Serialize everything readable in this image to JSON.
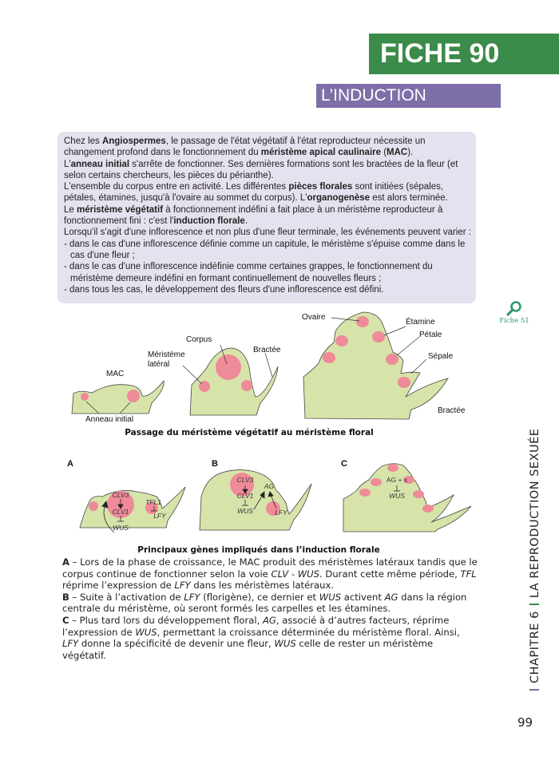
{
  "header": {
    "fiche": "FICHE 90",
    "title": "L’INDUCTION FLORALE"
  },
  "intro": [
    [
      {
        "t": "Chez les "
      },
      {
        "t": "Angiospermes",
        "b": true
      },
      {
        "t": ", le passage de l'état végétatif à l'état reproducteur nécessite un changement profond dans le fonctionnement du "
      },
      {
        "t": "méristème apical caulinaire",
        "b": true
      },
      {
        "t": " ("
      },
      {
        "t": "MAC",
        "b": true
      },
      {
        "t": ")."
      }
    ],
    [
      {
        "t": "L'"
      },
      {
        "t": "anneau initial",
        "b": true
      },
      {
        "t": " s'arrête de fonctionner. Ses dernières formations sont les bractées de la fleur (et selon certains chercheurs, les pièces du périanthe)."
      }
    ],
    [
      {
        "t": "L'ensemble du corpus entre en activité. Les différentes "
      },
      {
        "t": "pièces florales",
        "b": true
      },
      {
        "t": " sont initiées (sépales, pétales, étamines, jusqu'à l'ovaire au sommet du corpus). L'"
      },
      {
        "t": "organogenèse",
        "b": true
      },
      {
        "t": " est alors terminée."
      }
    ],
    [
      {
        "t": "Le "
      },
      {
        "t": "méristème végétatif",
        "b": true
      },
      {
        "t": " à fonctionnement indéfini a fait place à un méristème reproducteur à fonctionnement fini : c'est l'"
      },
      {
        "t": "induction florale",
        "b": true
      },
      {
        "t": "."
      }
    ],
    [
      {
        "t": "Lorsqu'il s'agit d'une inflorescence et non plus d'une fleur terminale, les événements peuvent varier :"
      }
    ]
  ],
  "intro_list": [
    "- dans le cas d'une inflorescence définie comme un capitule, le méristème s'épuise comme dans le cas d'une fleur ;",
    "- dans le cas d'une inflorescence indéfinie comme certaines grappes, le fonctionnement du méristème demeure indéfini en formant continuellement de nouvelles fleurs ;",
    "- dans tous les cas, le développement des fleurs d'une inflorescence est défini."
  ],
  "figure1": {
    "labels": {
      "mac": "MAC",
      "anneau": "Anneau initial",
      "meristeme1": "Méristème",
      "meristeme2": "latéral",
      "corpus": "Corpus",
      "bractee1": "Bractée",
      "ovaire": "Ovaire",
      "etamine": "Étamine",
      "petale": "Pétale",
      "sepale": "Sépale",
      "bractee2": "Bractée"
    },
    "caption": "Passage du méristème végétatif au méristème floral"
  },
  "figure2": {
    "panels": {
      "a": "A",
      "b": "B",
      "c": "C"
    },
    "genes": {
      "clv3": "CLV3",
      "clv1": "CLV1",
      "wus": "WUS",
      "tfl1": "TFL1",
      "lfy": "LFY",
      "ag": "AG",
      "agx": "AG + x"
    },
    "caption": "Principaux gènes impliqués dans l’induction florale"
  },
  "notes": [
    [
      {
        "t": "A",
        "b": true
      },
      {
        "t": " – Lors de la phase de croissance, le MAC produit des méristèmes latéraux tandis que le corpus continue de fonctionner selon la voie "
      },
      {
        "t": "CLV - WUS",
        "i": true
      },
      {
        "t": ". Durant cette même période, "
      },
      {
        "t": "TFL",
        "i": true
      },
      {
        "t": " réprime l’expression de "
      },
      {
        "t": "LFY",
        "i": true
      },
      {
        "t": " dans les méristèmes latéraux."
      }
    ],
    [
      {
        "t": "B",
        "b": true
      },
      {
        "t": " – Suite à l’activation de "
      },
      {
        "t": "LFY",
        "i": true
      },
      {
        "t": " (florigène), ce dernier et "
      },
      {
        "t": "WUS",
        "i": true
      },
      {
        "t": " activent "
      },
      {
        "t": "AG",
        "i": true
      },
      {
        "t": " dans la région centrale du méristème, où seront formés les carpelles et les étamines."
      }
    ],
    [
      {
        "t": "C",
        "b": true
      },
      {
        "t": " – Plus tard lors du développement floral, "
      },
      {
        "t": "AG",
        "i": true
      },
      {
        "t": ", associé à d’autres facteurs, réprime l’expression de "
      },
      {
        "t": "WUS",
        "i": true
      },
      {
        "t": ", permettant la croissance déterminée du méristème floral. Ainsi, "
      },
      {
        "t": "LFY",
        "i": true
      },
      {
        "t": " donne la spécificité de devenir une fleur, "
      },
      {
        "t": "WUS",
        "i": true
      },
      {
        "t": " celle de rester un méristème végétatif."
      }
    ]
  ],
  "sidebar": {
    "xref": "Fiche 51",
    "xref_icon": "magnifier-icon",
    "chapter": "CHAPITRE 6",
    "chapter_title": "LA REPRODUCTION SEXUÉE",
    "page": "99"
  },
  "colors": {
    "green": "#3b8b4a",
    "purple": "#7e6fa8",
    "box": "#e6e1ee",
    "tissue": "#d6e4aa",
    "meristem": "#ef8a98"
  }
}
